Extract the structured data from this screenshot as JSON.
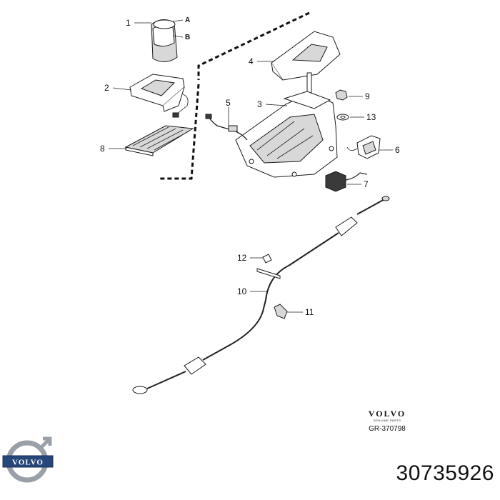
{
  "diagram": {
    "callouts": [
      {
        "id": "1",
        "label": "1"
      },
      {
        "id": "2",
        "label": "2"
      },
      {
        "id": "3",
        "label": "3"
      },
      {
        "id": "4",
        "label": "4"
      },
      {
        "id": "5",
        "label": "5"
      },
      {
        "id": "6",
        "label": "6"
      },
      {
        "id": "7",
        "label": "7"
      },
      {
        "id": "8",
        "label": "8"
      },
      {
        "id": "9",
        "label": "9"
      },
      {
        "id": "10",
        "label": "10"
      },
      {
        "id": "11",
        "label": "11"
      },
      {
        "id": "12",
        "label": "12"
      },
      {
        "id": "13",
        "label": "13"
      }
    ],
    "sub_labels": {
      "a": "A",
      "b": "B"
    }
  },
  "brand": {
    "wordmark": "VOLVO",
    "tagline": "GENUINE PARTS",
    "drawing_ref": "GR-370798",
    "logo_text": "VOLVO"
  },
  "part_number": "30735926",
  "colors": {
    "line": "#1a1a1a",
    "logo_blue": "#27467a",
    "logo_ring": "#9aa0a8"
  }
}
